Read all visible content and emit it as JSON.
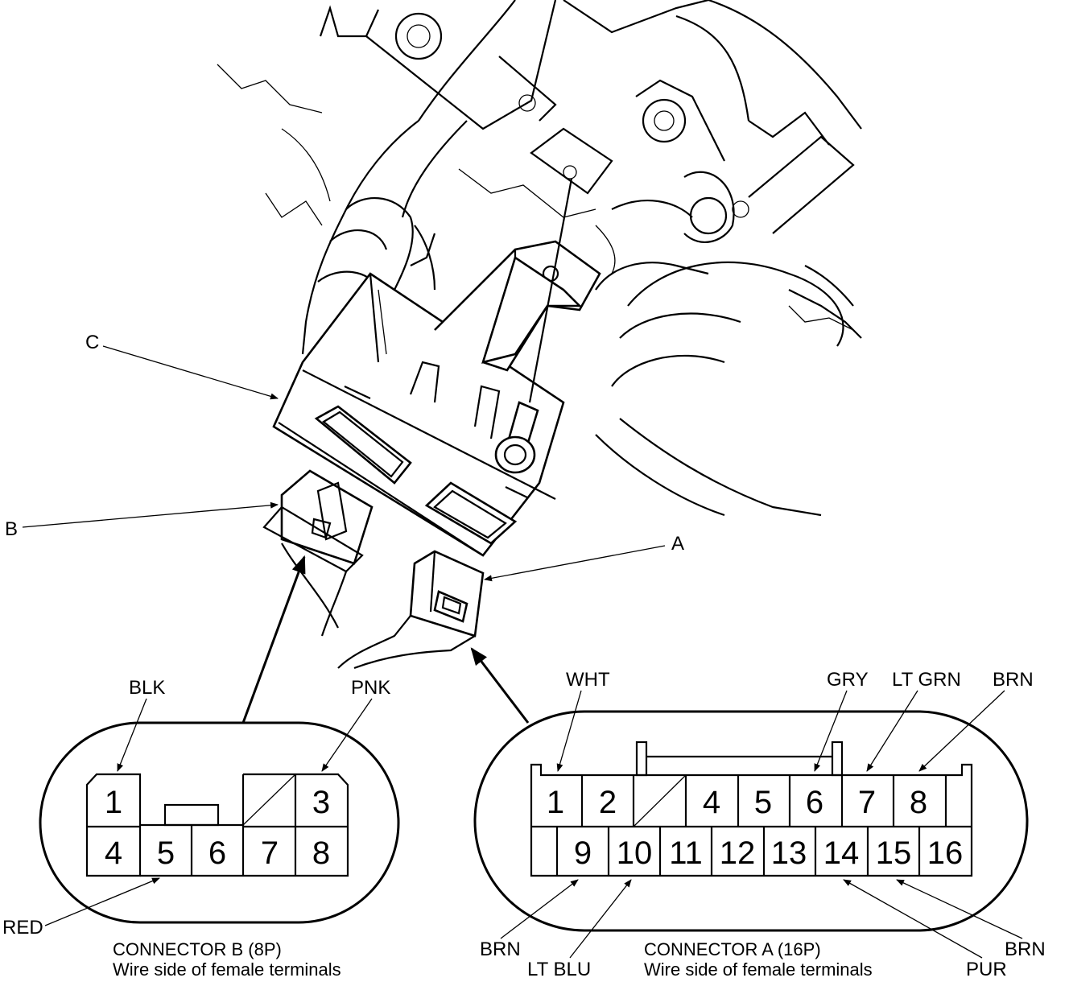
{
  "callouts": {
    "c": "C",
    "b": "B",
    "a": "A"
  },
  "connector_b": {
    "title": "CONNECTOR B (8P)",
    "subtitle": "Wire side of female terminals",
    "pins_top": [
      "1",
      "3"
    ],
    "pins_bottom": [
      "4",
      "5",
      "6",
      "7",
      "8"
    ],
    "wires": {
      "pin1": "BLK",
      "pin3": "PNK",
      "pin5": "RED"
    }
  },
  "connector_a": {
    "title": "CONNECTOR A (16P)",
    "subtitle": "Wire side of female terminals",
    "pins_top": [
      "1",
      "2",
      "4",
      "5",
      "6",
      "7",
      "8"
    ],
    "pins_bottom": [
      "9",
      "10",
      "11",
      "12",
      "13",
      "14",
      "15",
      "16"
    ],
    "wires": {
      "pin1": "WHT",
      "pin6": "GRY",
      "pin7": "LT GRN",
      "pin8": "BRN",
      "pin9": "BRN",
      "pin10": "LT BLU",
      "pin14": "PUR",
      "pin15": "BRN"
    }
  }
}
